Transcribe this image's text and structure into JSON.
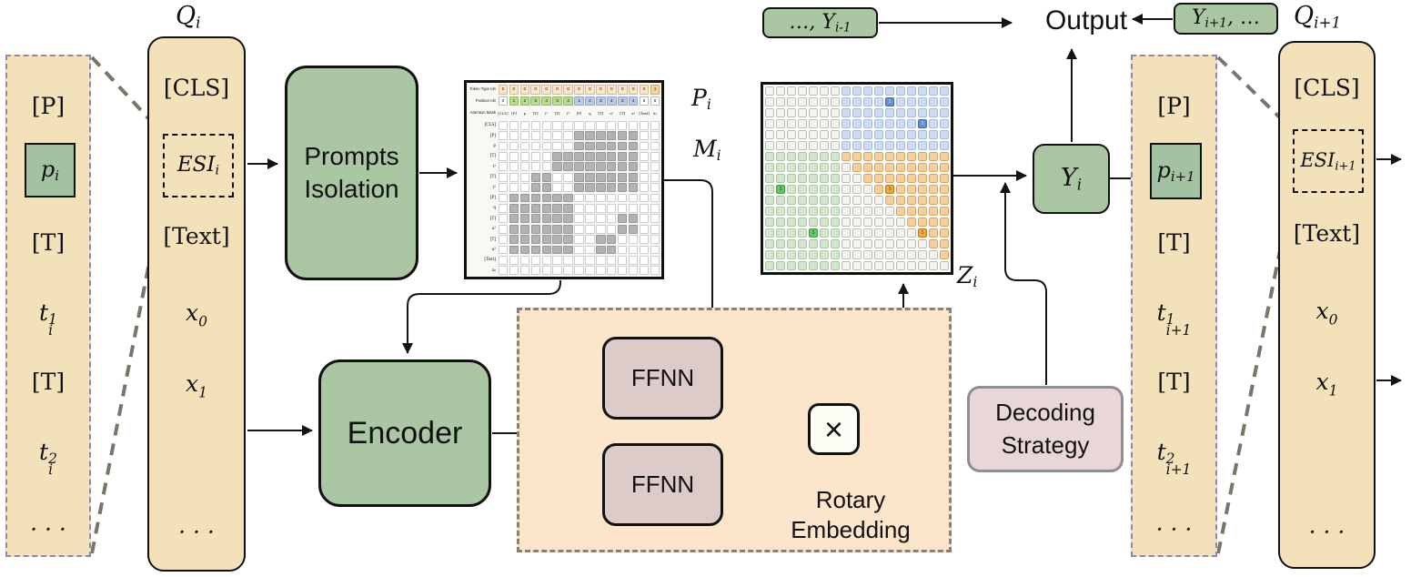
{
  "palette": {
    "tan": "#f3e1ba",
    "green_box": "#abc6a3",
    "mauve_box": "#ddcbca",
    "rotary_fill": "#fbe5cb",
    "mask_gray": "#b2b2b2",
    "grid_blue": "#cbdcf4",
    "grid_blue_dark": "#5e90d8",
    "grid_green": "#d3e6cd",
    "grid_green_bright": "#63c763",
    "grid_orange": "#f5d09e",
    "grid_orange_dark": "#f0a73e",
    "dashed_purple": "#8d87b0",
    "dashed_gray": "#7b7467"
  },
  "left_expansion": {
    "items": [
      "[P]",
      "p_{i}",
      "[T]",
      "t_{i}^{1}",
      "[T]",
      "t_{i}^{2}",
      "· · ·"
    ]
  },
  "q_col": {
    "title": "Q_{i}",
    "items": [
      "[CLS]",
      "ESI_{i}",
      "[Text]",
      "x_{0}",
      "x_{1}",
      "· · ·"
    ]
  },
  "prompts_isolation": {
    "label": "Prompts Isolation"
  },
  "encoder": {
    "label": "Encoder"
  },
  "rotary": {
    "label": "Rotary Embedding",
    "ffnn1": "FFNN",
    "ffnn2": "FFNN",
    "multiply": "×"
  },
  "decoding": {
    "label": "Decoding Strategy"
  },
  "y_box": {
    "label": "Y_{i}"
  },
  "output": {
    "label": "Output",
    "left_box": "…, Y_{i-1}",
    "right_box": "Y_{i+1}, …"
  },
  "z_grid": {
    "label": "Z_{i}",
    "highlight_glyph": "1",
    "rows": [
      "wwwwwwwbbbbbbbbbb",
      "wwwwwwwbbbbBbbbbb",
      "wwwwwwwbbbbbbbbbb",
      "wwwwwwwbbbbbbbBbb",
      "wwwwwwwbbbbbbbbbb",
      "wwwwwwwbbbbbbbbbb",
      "gggggggoooooooooo",
      "gggggggwooooooooo",
      "gggggggwwoooooooo",
      "gGgggggwwwoOooooo",
      "gggggggwwwwoooooo",
      "gggggggwwwwwooooo",
      "gggggggwwwwwwoooo",
      "ggggGggwwwwwwwOoo",
      "gggggggwwwwwwwwoo",
      "gggggggwwwwwwwwwo",
      "gggggggwwwwwwwwww"
    ]
  },
  "mask_matrix": {
    "label_pi": "P_{i}",
    "label_mi": "M_{i}",
    "row1_label": "Token Type Ids",
    "row2_label": "Position Ids",
    "row3_label": "Attention Mask",
    "tokens": [
      "[CLS]",
      "[P]",
      "p",
      "[T]",
      "t¹",
      "[T]",
      "t²",
      "[P]",
      "q",
      "[T]",
      "u¹",
      "[T]",
      "u²",
      "[Text]",
      "x₀"
    ],
    "token_type_ids": [
      0,
      0,
      0,
      0,
      0,
      0,
      0,
      0,
      0,
      0,
      0,
      0,
      0,
      0,
      1
    ],
    "position_ids": [
      0,
      1,
      2,
      3,
      4,
      3,
      4,
      1,
      2,
      3,
      4,
      3,
      4,
      5,
      6
    ],
    "position_colors": "wggggggbbbbbbww",
    "mask_rows": [
      "000000000000000",
      "000000011111100",
      "000000011111100",
      "000001111111100",
      "000001111111100",
      "000110011111100",
      "000110011111100",
      "011111100000000",
      "011111100000000",
      "011111100001100",
      "011111100001100",
      "011111100110000",
      "011111100110000",
      "000000000000000",
      "000000000000000"
    ]
  },
  "right_expansion": {
    "items": [
      "[P]",
      "p_{i+1}",
      "[T]",
      "t_{i+1}^{1}",
      "[T]",
      "t_{i+1}^{2}",
      "· · ·"
    ]
  },
  "q_next_col": {
    "title": "Q_{i+1}",
    "items": [
      "[CLS]",
      "ESI_{i+1}",
      "[Text]",
      "x_{0}",
      "x_{1}",
      "· · ·"
    ]
  }
}
